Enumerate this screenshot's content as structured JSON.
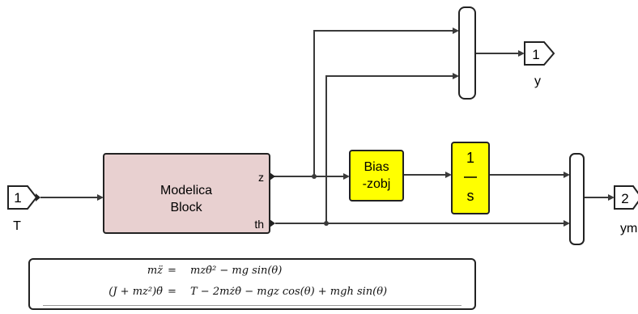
{
  "inports": [
    {
      "number": "1",
      "label": "T"
    }
  ],
  "outports": [
    {
      "number": "1",
      "label": "y"
    },
    {
      "number": "2",
      "label": "ym"
    }
  ],
  "modelica_block": {
    "line1": "Modelica",
    "line2": "Block",
    "port_z": "z",
    "port_th": "th"
  },
  "bias_block": {
    "line1": "Bias",
    "line2": "-zobj"
  },
  "integrator_block": {
    "numerator": "1",
    "denominator": "s"
  },
  "equations": [
    {
      "lhs": "mz̈",
      "eq": "=",
      "rhs": "mzθ̇² − mg sin(θ)"
    },
    {
      "lhs": "(J + mz²)θ̈",
      "eq": "=",
      "rhs": "T − 2mżθ̇ − mgz cos(θ) + mgh sin(θ)"
    }
  ],
  "colors": {
    "modelica_fill": "#e8d0d0",
    "gain_fill": "#ffff00",
    "wire": "#3a3a3a"
  }
}
